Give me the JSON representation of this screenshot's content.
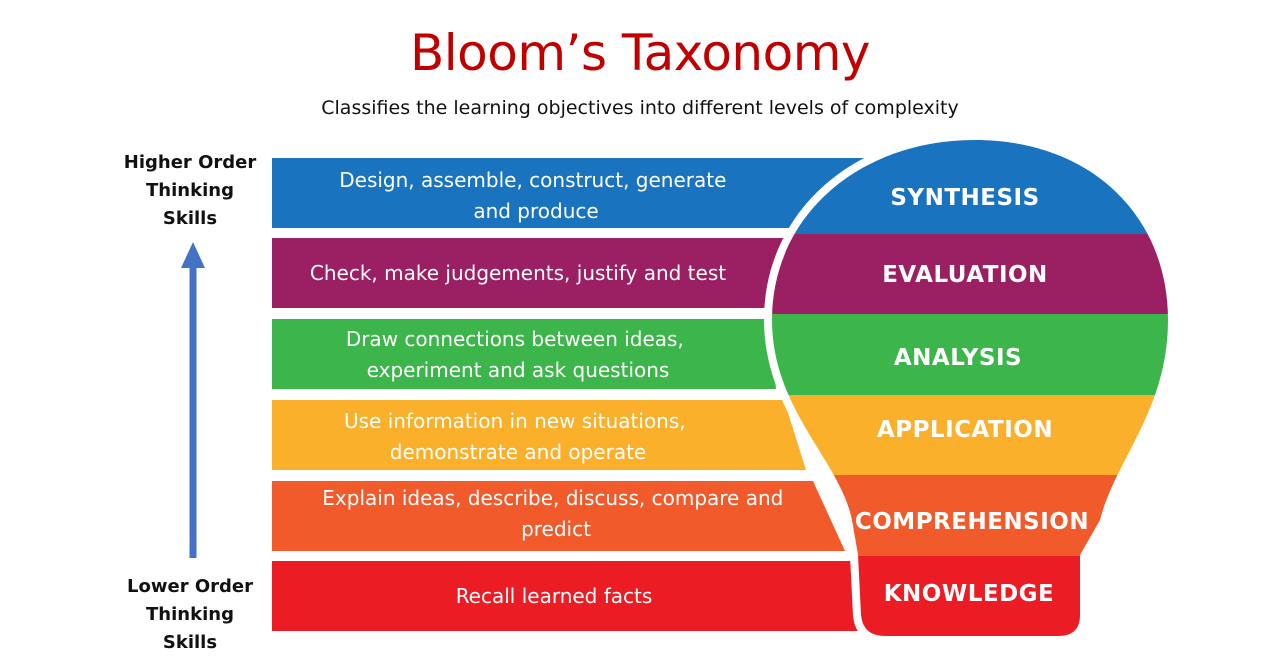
{
  "title": "Bloom’s Taxonomy",
  "subtitle": "Classifies the learning objectives into different levels of complexity",
  "axis": {
    "top_label": "Higher Order Thinking Skills",
    "bottom_label": "Lower Order Thinking Skills",
    "arrow_color": "#4472c4"
  },
  "levels": [
    {
      "name": "SYNTHESIS",
      "description_lines": [
        "Design, assemble, construct, generate",
        "and produce"
      ],
      "color": "#1a73be"
    },
    {
      "name": "EVALUATION",
      "description_lines": [
        "Check, make judgements, justify and test"
      ],
      "color": "#9b1f63"
    },
    {
      "name": "ANALYSIS",
      "description_lines": [
        "Draw connections between ideas,",
        "experiment and ask questions"
      ],
      "color": "#3cb54a"
    },
    {
      "name": "APPLICATION",
      "description_lines": [
        "Use information in new situations,",
        "demonstrate and operate"
      ],
      "color": "#fbb02c"
    },
    {
      "name": "COMPREHENSION",
      "description_lines": [
        "Explain ideas, describe, discuss, compare and",
        "predict"
      ],
      "color": "#f15a2b"
    },
    {
      "name": "KNOWLEDGE",
      "description_lines": [
        "Recall learned facts"
      ],
      "color": "#ec1c24"
    }
  ]
}
